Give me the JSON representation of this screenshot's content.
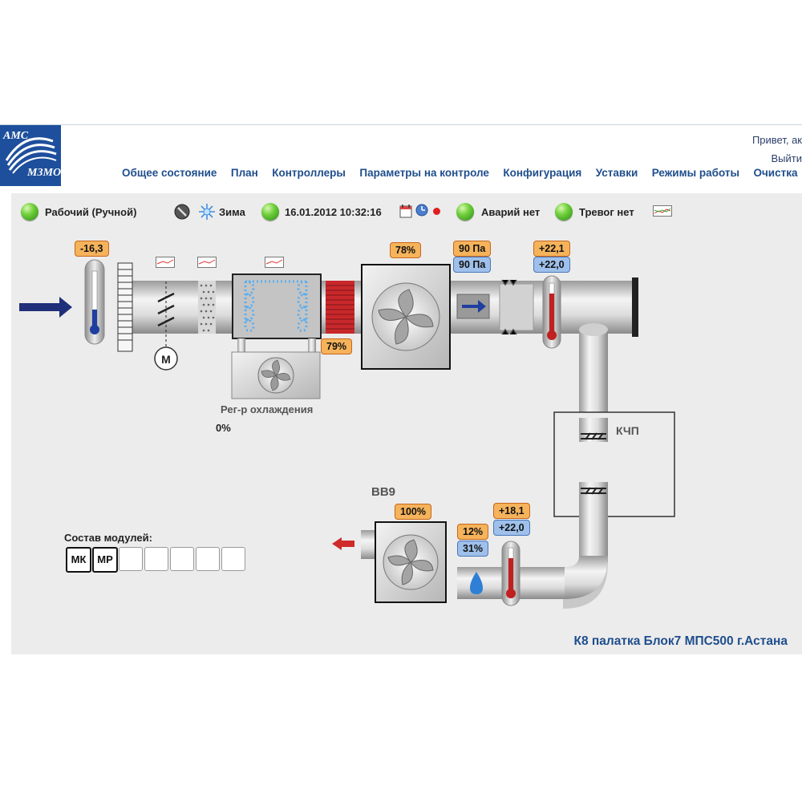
{
  "header": {
    "logo_line1": "АМС",
    "logo_line2": "МЗМО",
    "greeting": "Привет, ак",
    "logout": "Выйти",
    "nav": [
      "Общее состояние",
      "План",
      "Контроллеры",
      "Параметры на контроле",
      "Конфигурация",
      "Уставки",
      "Режимы работы",
      "Очистка"
    ]
  },
  "status": {
    "mode": "Рабочий (Ручной)",
    "season": "Зима",
    "datetime": "16.01.2012 10:32:16",
    "alarms": "Аварий нет",
    "warnings": "Тревог нет"
  },
  "readings": {
    "outside_temp": "-16,3",
    "fan_supply": "78%",
    "heater": "79%",
    "pressure_1": "90 Па",
    "pressure_2": "90 Па",
    "supply_temp": "+22,1",
    "supply_setpoint": "+22,0",
    "cooling_label": "Рег-р охлаждения",
    "cooling_value": "0%",
    "kchp": "КЧП",
    "bv9": "ВВ9",
    "fan_exhaust": "100%",
    "humidity_1": "12%",
    "humidity_2": "31%",
    "return_temp": "+18,1",
    "return_setpoint": "+22,0",
    "motor": "M"
  },
  "modules": {
    "label": "Состав модулей:",
    "items": [
      "МК",
      "МР",
      "",
      "",
      "",
      "",
      ""
    ]
  },
  "footer_title": "К8 палатка Блок7 МПС500 г.Астана",
  "colors": {
    "accent_blue": "#1f4e8c",
    "badge_orange": "#f5b35b",
    "badge_blue": "#9ec0ea",
    "heater_red": "#c8282b",
    "status_green": "#4caf2a"
  },
  "icons": [
    "fan-icon",
    "thermometer-icon",
    "sun-snowflake-icon",
    "calendar-icon",
    "clock-icon",
    "chart-icon",
    "water-drop-icon",
    "motor-icon",
    "arrow-icon"
  ]
}
